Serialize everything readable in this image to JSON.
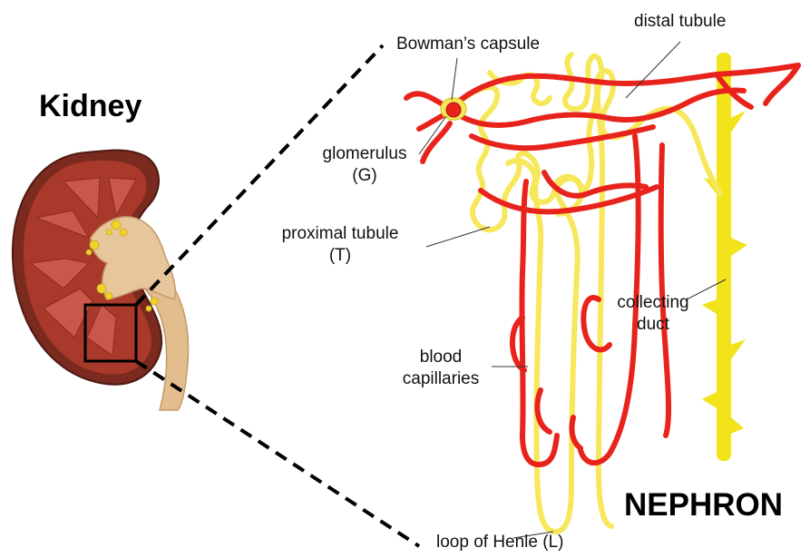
{
  "kidney": {
    "title": "Kidney"
  },
  "nephron": {
    "title": "NEPHRON",
    "labels": {
      "bowmans_capsule": "Bowman’s capsule",
      "distal_tubule": "distal tubule",
      "glomerulus_line1": "glomerulus",
      "glomerulus_line2": "(G)",
      "proximal_line1": "proximal tubule",
      "proximal_line2": "(T)",
      "collecting_line1": "collecting",
      "collecting_line2": "duct",
      "blood_line1": "blood",
      "blood_line2": "capillaries",
      "loop_of_henle": "loop of Henle (L)"
    }
  },
  "colors": {
    "capillary_red": "#e8231c",
    "tubule_yellow": "#f6e85a",
    "duct_yellow": "#f2e31a",
    "kidney_cortex": "#7a2a1f",
    "kidney_medulla": "#c9574b",
    "pelvis": "#e8c69b"
  }
}
